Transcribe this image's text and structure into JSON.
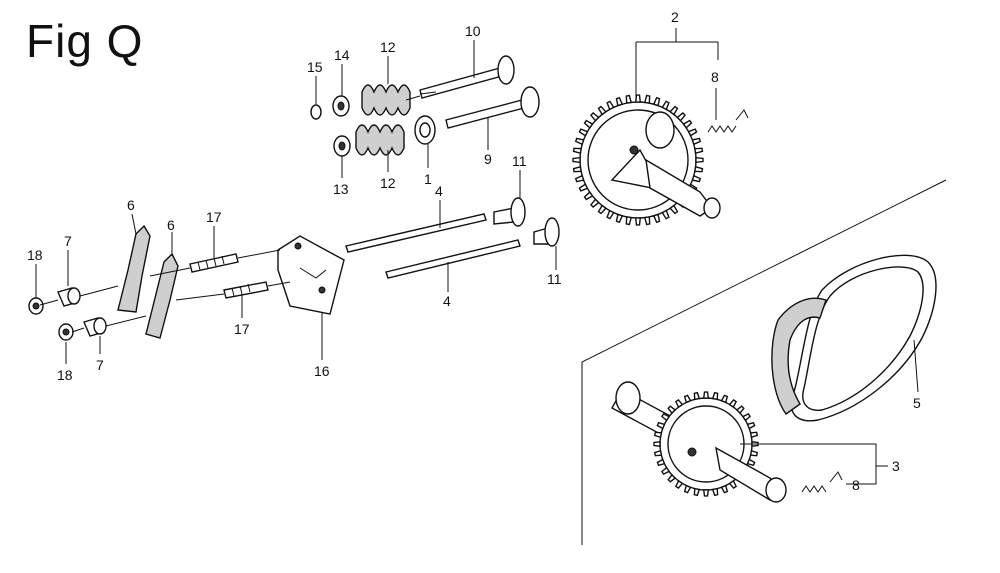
{
  "figure": {
    "title": "Fig Q"
  },
  "callouts": [
    {
      "id": "c2",
      "text": "2"
    },
    {
      "id": "c8a",
      "text": "8"
    },
    {
      "id": "c10",
      "text": "10"
    },
    {
      "id": "c15",
      "text": "15"
    },
    {
      "id": "c14",
      "text": "14"
    },
    {
      "id": "c12a",
      "text": "12"
    },
    {
      "id": "c9",
      "text": "9"
    },
    {
      "id": "c13",
      "text": "13"
    },
    {
      "id": "c12b",
      "text": "12"
    },
    {
      "id": "c1",
      "text": "1"
    },
    {
      "id": "c11a",
      "text": "11"
    },
    {
      "id": "c11b",
      "text": "11"
    },
    {
      "id": "c4a",
      "text": "4"
    },
    {
      "id": "c4b",
      "text": "4"
    },
    {
      "id": "c6a",
      "text": "6"
    },
    {
      "id": "c6b",
      "text": "6"
    },
    {
      "id": "c17a",
      "text": "17"
    },
    {
      "id": "c17b",
      "text": "17"
    },
    {
      "id": "c18a",
      "text": "18"
    },
    {
      "id": "c18b",
      "text": "18"
    },
    {
      "id": "c7a",
      "text": "7"
    },
    {
      "id": "c7b",
      "text": "7"
    },
    {
      "id": "c16",
      "text": "16"
    },
    {
      "id": "c5",
      "text": "5"
    },
    {
      "id": "c3",
      "text": "3"
    },
    {
      "id": "c8b",
      "text": "8"
    }
  ]
}
